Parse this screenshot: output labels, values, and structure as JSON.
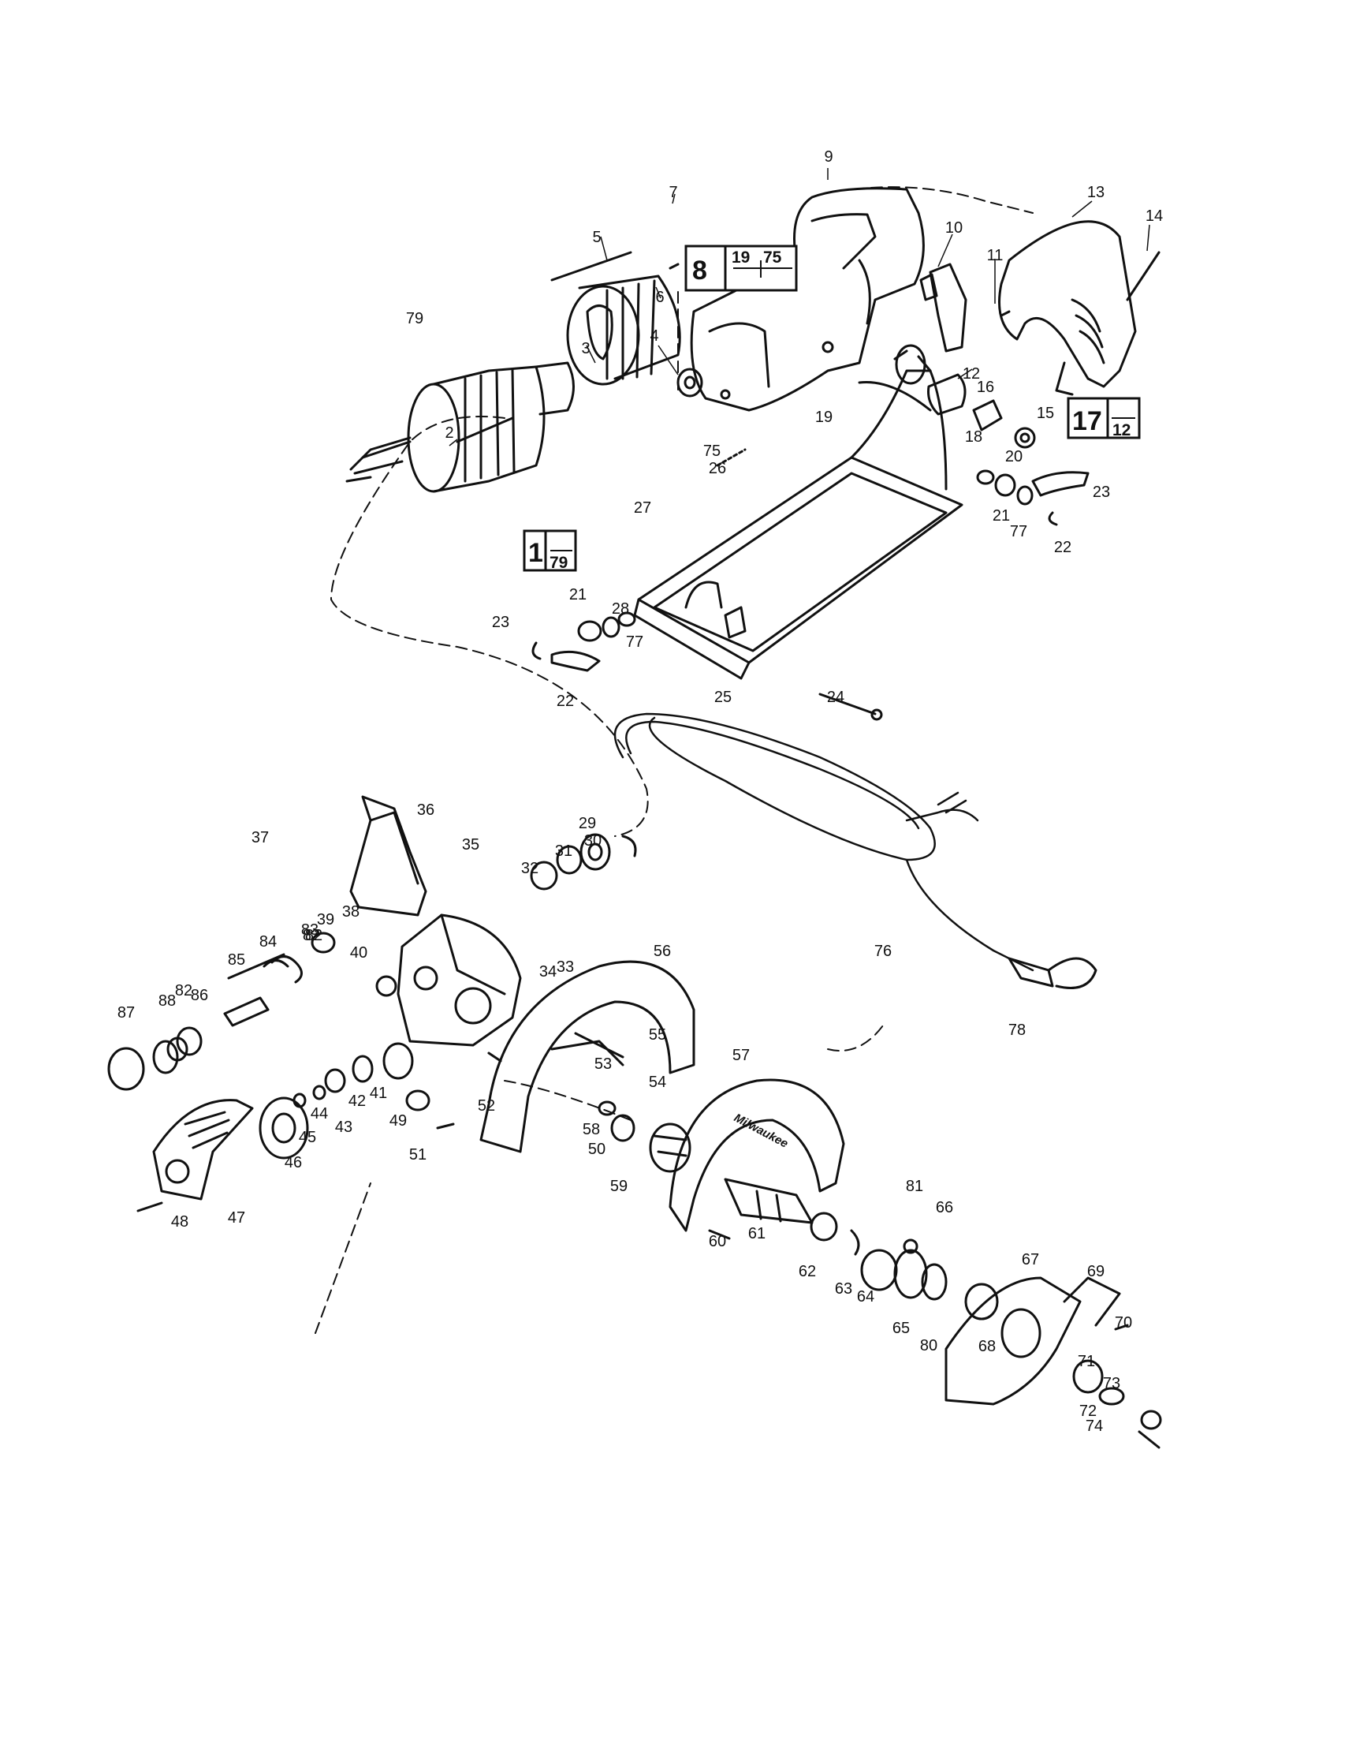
{
  "diagram": {
    "labels": [
      "1",
      "2",
      "3",
      "4",
      "5",
      "6",
      "7",
      "8",
      "9",
      "10",
      "11",
      "12",
      "13",
      "14",
      "15",
      "16",
      "17",
      "18",
      "19",
      "20",
      "21",
      "22",
      "23",
      "24",
      "25",
      "26",
      "27",
      "28",
      "29",
      "30",
      "31",
      "32",
      "33",
      "34",
      "35",
      "36",
      "37",
      "38",
      "39",
      "40",
      "41",
      "42",
      "43",
      "44",
      "45",
      "46",
      "47",
      "48",
      "49",
      "50",
      "51",
      "52",
      "53",
      "54",
      "55",
      "56",
      "57",
      "58",
      "59",
      "60",
      "61",
      "62",
      "63",
      "64",
      "65",
      "66",
      "67",
      "68",
      "69",
      "70",
      "71",
      "72",
      "73",
      "74",
      "75",
      "76",
      "77",
      "78",
      "79",
      "80",
      "81",
      "82",
      "83",
      "84",
      "85",
      "86",
      "87",
      "88"
    ],
    "callout_boxes": [
      {
        "id": "box-8",
        "main": "8",
        "top": "19",
        "top2": "75"
      },
      {
        "id": "box-17",
        "main": "17",
        "bottom": "12"
      },
      {
        "id": "box-1",
        "main": "1",
        "bottom": "79"
      }
    ],
    "brand_mark": "Milwaukee"
  }
}
